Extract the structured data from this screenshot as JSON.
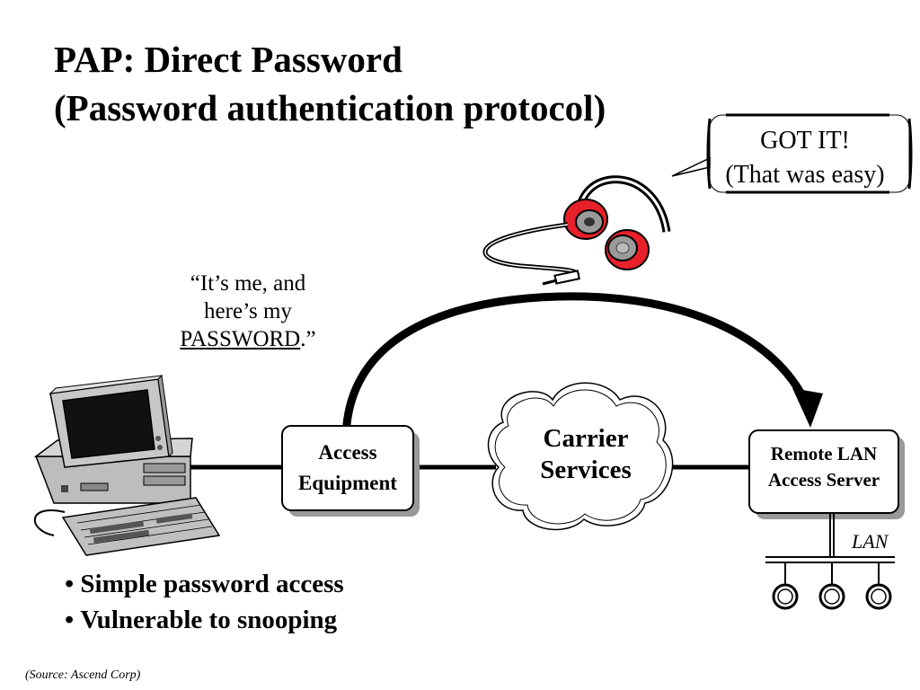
{
  "title": {
    "line1": "PAP:  Direct Password",
    "line2": "(Password authentication protocol)"
  },
  "speech_bubble": {
    "line1": "GOT IT!",
    "line2": "(That was easy)"
  },
  "client_message": {
    "line1": "“It’s me, and",
    "line2": "here’s my",
    "password_word": "PASSWORD",
    "line3_tail": ".”"
  },
  "nodes": {
    "access_equipment": {
      "line1": "Access",
      "line2": "Equipment"
    },
    "carrier_services": {
      "line1": "Carrier",
      "line2": "Services"
    },
    "remote_lan_server": {
      "line1": "Remote LAN",
      "line2": "Access Server"
    }
  },
  "lan_label": "LAN",
  "bullets": [
    "Simple password access",
    "Vulnerable to snooping"
  ],
  "source": "(Source:  Ascend Corp)",
  "colors": {
    "headphone_cup": "#e8202a",
    "headphone_inner": "#9a9a9a",
    "computer_body": "#c8c8c8",
    "screen": "#111111"
  }
}
